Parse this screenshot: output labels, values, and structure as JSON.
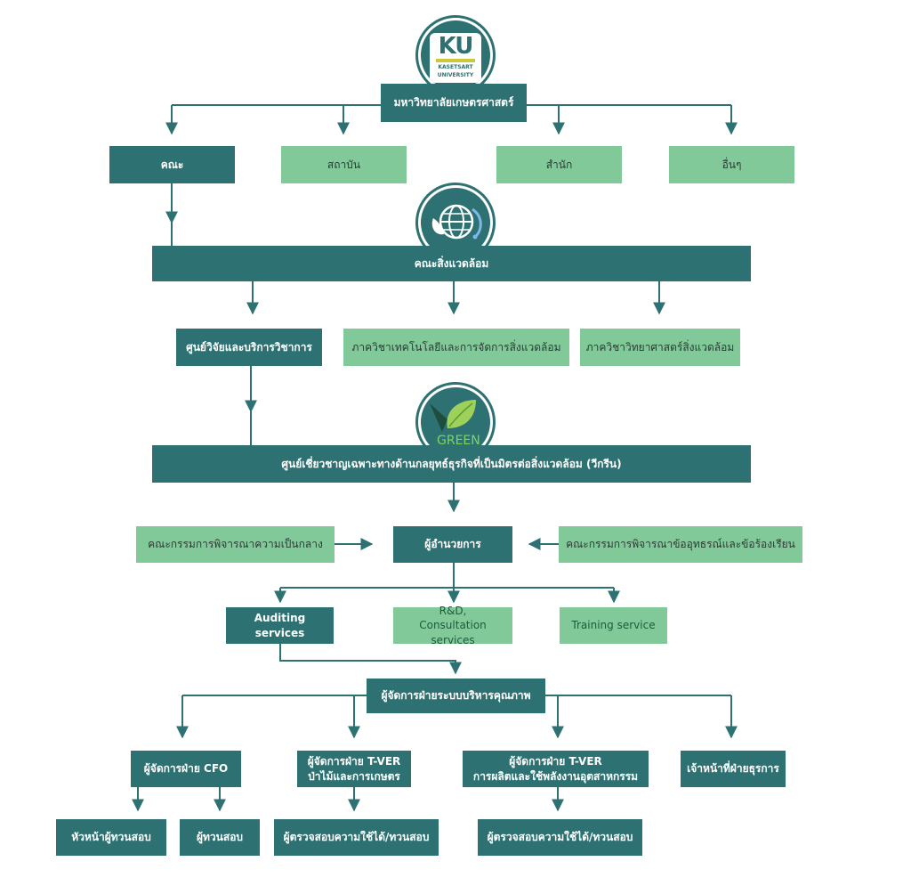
{
  "university": {
    "logo_letters": "KU",
    "logo_text_1": "KASETSART",
    "logo_text_2": "UNIVERSITY",
    "name": "มหาวิทยาลัยเกษตรศาสตร์"
  },
  "university_units": [
    "คณะ",
    "สถาบัน",
    "สำนัก",
    "อื่นๆ"
  ],
  "faculty": {
    "name": "คณะสิ่งแวดล้อม",
    "units": [
      "ศูนย์วิจัยและบริการวิชาการ",
      "ภาควิชาเทคโนโลยีและการจัดการสิ่งแวดล้อม",
      "ภาควิชาวิทยาศาสตร์สิ่งแวดล้อม"
    ]
  },
  "center": {
    "logo_word": "GREEN",
    "name": "ศูนย์เชี่ยวชาญเฉพาะทางด้านกลยุทธ์ธุรกิจที่เป็นมิตรต่อสิ่งแวดล้อม (วีกรีน)"
  },
  "director": {
    "title": "ผู้อำนวยการ",
    "left_committee": "คณะกรรมการพิจารณาความเป็นกลาง",
    "right_committee": "คณะกรรมการพิจารณาข้ออุทธรณ์และข้อร้องเรียน"
  },
  "services": [
    "Auditing services",
    "R&D,\nConsultation services",
    "Training service"
  ],
  "quality_manager": "ผู้จัดการฝ่ายระบบบริหารคุณภาพ",
  "departments": [
    "ผู้จัดการฝ่าย CFO",
    "ผู้จัดการฝ่าย T-VER\nป่าไม้และการเกษตร",
    "ผู้จัดการฝ่าย T-VER\nการผลิตและใช้พลังงานอุตสาหกรรม",
    "เจ้าหน้าที่ฝ่ายธุรการ"
  ],
  "staff": {
    "cfo": [
      "หัวหน้าผู้ทวนสอบ",
      "ผู้ทวนสอบ"
    ],
    "forestry": "ผู้ตรวจสอบความใช้ได้/ทวนสอบ",
    "energy": "ผู้ตรวจสอบความใช้ได้/ทวนสอบ"
  },
  "colors": {
    "dark": "#2e7172",
    "light": "#82c99a",
    "line": "#2e7172"
  }
}
